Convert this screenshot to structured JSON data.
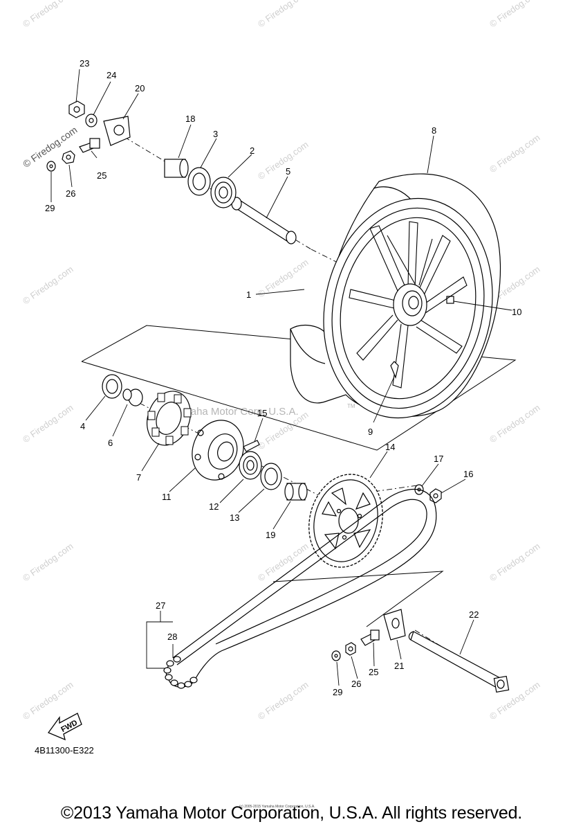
{
  "watermark": "© Firedog.com",
  "center_watermark": "Yamaha Motor Corp, U.S.A.",
  "center_watermark_tm": "TM",
  "callouts": {
    "p1": "1",
    "p2": "2",
    "p3": "3",
    "p4": "4",
    "p5": "5",
    "p6": "6",
    "p7": "7",
    "p8": "8",
    "p9": "9",
    "p10": "10",
    "p11": "11",
    "p12": "12",
    "p13": "13",
    "p14": "14",
    "p15": "15",
    "p16": "16",
    "p17": "17",
    "p18": "18",
    "p19": "19",
    "p20": "20",
    "p21": "21",
    "p22": "22",
    "p23": "23",
    "p24": "24",
    "p25a": "25",
    "p25b": "25",
    "p26a": "26",
    "p26b": "26",
    "p27": "27",
    "p28": "28",
    "p29a": "29",
    "p29b": "29"
  },
  "fwd_label": "FWD",
  "diagram_code": "4B11300-E322",
  "fine_print": "(c) 2005-2015 Yamaha Motor Corporation, U.S.A.",
  "copyright": "©2013 Yamaha Motor Corporation, U.S.A. All rights reserved."
}
